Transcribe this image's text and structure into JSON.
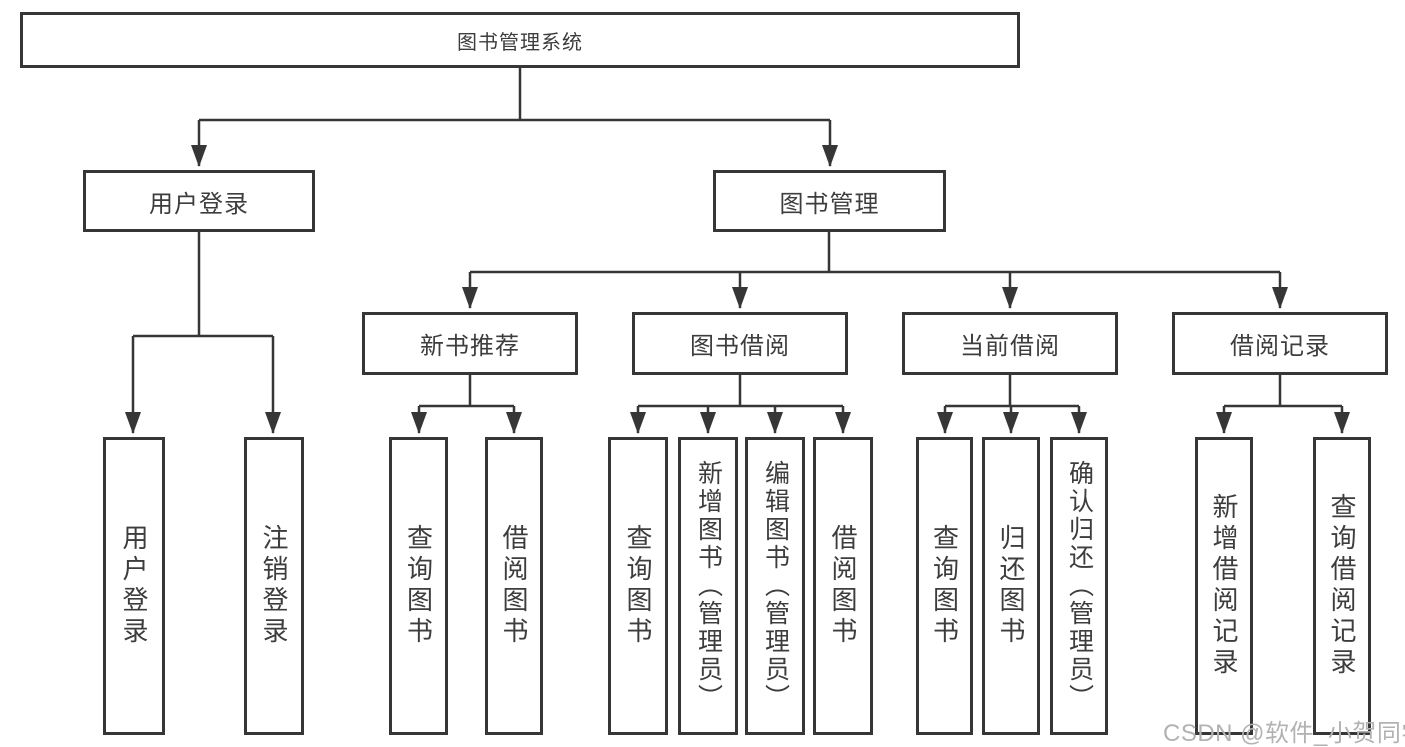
{
  "tree": {
    "root": {
      "label": "图书管理系统"
    },
    "children": [
      {
        "label": "用户登录",
        "children": [
          {
            "label": "用户登录"
          },
          {
            "label": "注销登录"
          }
        ]
      },
      {
        "label": "图书管理",
        "children": [
          {
            "label": "新书推荐",
            "children": [
              {
                "label": "查询图书"
              },
              {
                "label": "借阅图书"
              }
            ]
          },
          {
            "label": "图书借阅",
            "children": [
              {
                "label": "查询图书"
              },
              {
                "label": "新增图书（管理员）"
              },
              {
                "label": "编辑图书（管理员）"
              },
              {
                "label": "借阅图书"
              }
            ]
          },
          {
            "label": "当前借阅",
            "children": [
              {
                "label": "查询图书"
              },
              {
                "label": "归还图书"
              },
              {
                "label": "确认归还（管理员）"
              }
            ]
          },
          {
            "label": "借阅记录",
            "children": [
              {
                "label": "新增借阅记录"
              },
              {
                "label": "查询借阅记录"
              }
            ]
          }
        ]
      }
    ]
  },
  "watermark": "CSDN @软件_小贺同学",
  "colors": {
    "line": "#363636",
    "text": "#3d3d3d",
    "watermark": "#b2b2b2",
    "background": "#ffffff"
  }
}
